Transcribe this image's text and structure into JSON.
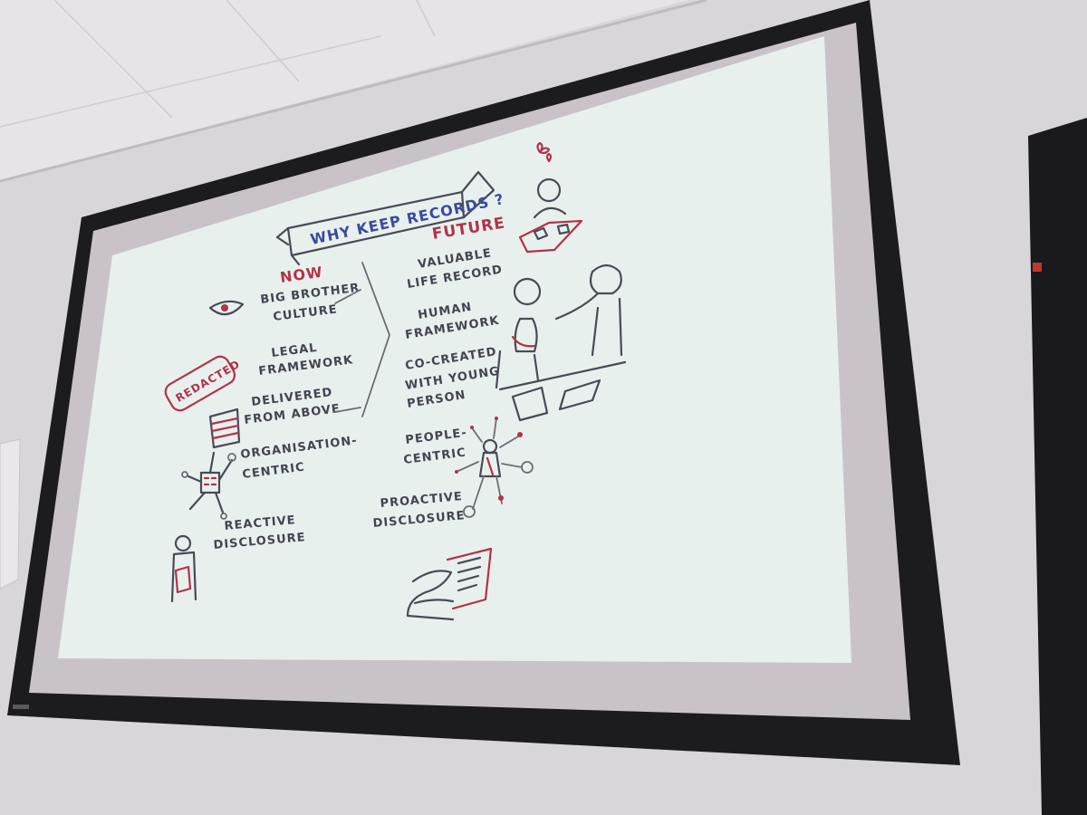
{
  "slide": {
    "banner_title": "WHY KEEP RECORDS ?",
    "now_heading": "NOW",
    "future_heading": "FUTURE",
    "stamp_text": "REDACTED",
    "now_items": [
      {
        "line1": "BIG BROTHER",
        "line2": "CULTURE"
      },
      {
        "line1": "LEGAL",
        "line2": "FRAMEWORK"
      },
      {
        "line1": "DELIVERED",
        "line2": "FROM ABOVE"
      },
      {
        "line1": "ORGANISATION-",
        "line2": "CENTRIC"
      },
      {
        "line1": "REACTIVE",
        "line2": "DISCLOSURE"
      }
    ],
    "future_items": [
      {
        "line1": "VALUABLE",
        "line2": "LIFE RECORD"
      },
      {
        "line1": "HUMAN",
        "line2": "FRAMEWORK"
      },
      {
        "line1": "CO-CREATED",
        "line2": "WITH YOUNG",
        "line3": "PERSON"
      },
      {
        "line1": "PEOPLE-",
        "line2": "CENTRIC"
      },
      {
        "line1": "PROACTIVE",
        "line2": "DISCLOSURE"
      }
    ]
  },
  "colors": {
    "wall": "#d9d6d9",
    "ceiling": "#e6e4e6",
    "screen_frame": "#1c1c1e",
    "projection": "#e8f0ee",
    "ink_red": "#b0334a",
    "ink_blue": "#3b4a9a",
    "ink_dark": "#4a4a55"
  },
  "icons": [
    "eye-icon",
    "redacted-stamp-icon",
    "paper-stack-icon",
    "organisation-network-icon",
    "person-with-file-icon",
    "heart-icon",
    "photo-album-person-icon",
    "two-people-conversation-icon",
    "person-network-icon",
    "hand-with-document-icon"
  ]
}
